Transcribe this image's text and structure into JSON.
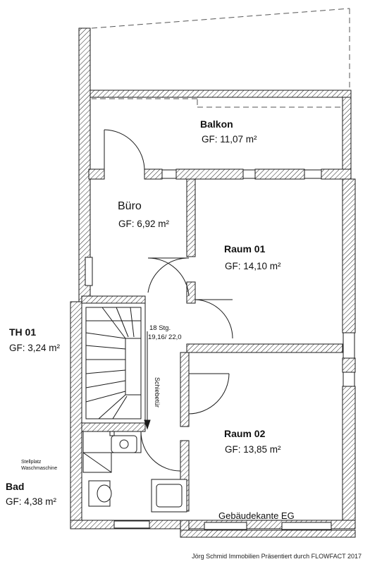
{
  "rooms": {
    "balkon": {
      "name": "Balkon",
      "area": "GF: 11,07 m²"
    },
    "buero": {
      "name": "Büro",
      "area": "GF: 6,92 m²"
    },
    "raum01": {
      "name": "Raum 01",
      "area": "GF: 14,10 m²"
    },
    "th01": {
      "name": "TH 01",
      "area": "GF: 3,24 m²"
    },
    "raum02": {
      "name": "Raum 02",
      "area": "GF: 13,85 m²"
    },
    "bad": {
      "name": "Bad",
      "area": "GF: 4,38 m²"
    }
  },
  "stairs": {
    "count": "18 Stg.",
    "rise": "19,16/ 22,0"
  },
  "labels": {
    "schiebetuer": "Schiebetür",
    "stellplatz_line1": "Stellplatz",
    "stellplatz_line2": "Waschmaschine",
    "gebaeudekante": "Gebäudekante EG"
  },
  "footer": "Jörg Schmid Immobilien Präsentiert durch FLOWFACT 2017",
  "colors": {
    "wall_fill": "#ffffff",
    "line": "#1a1a1a",
    "dashed": "#555555"
  }
}
